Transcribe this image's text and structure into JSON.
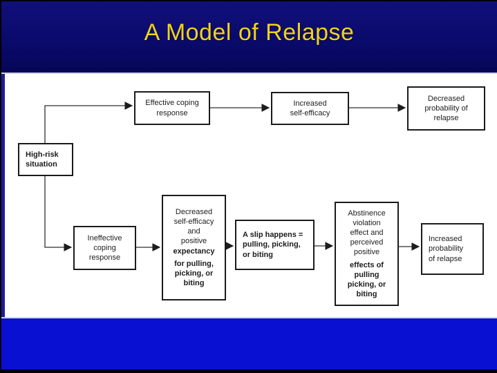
{
  "title": "A Model of Relapse",
  "colors": {
    "header_bg": "#0a0a6c",
    "footer_bg": "#0a10d2",
    "title_color": "#f0d21e",
    "canvas_bg": "#ffffff",
    "box_border": "#1a1a1a",
    "arrow_color": "#2e2e2e"
  },
  "diagram": {
    "nodes": [
      {
        "id": "high-risk-situation",
        "align": "left",
        "bold": true,
        "lines": [
          {
            "t": "High-risk"
          },
          {
            "t": "situation"
          }
        ]
      },
      {
        "id": "effective-coping-response",
        "align": "center",
        "bold": false,
        "lines": [
          {
            "t": "Effective coping"
          },
          {
            "t": "response"
          }
        ]
      },
      {
        "id": "increased-self-efficacy",
        "align": "center",
        "bold": false,
        "lines": [
          {
            "t": "Increased"
          },
          {
            "t": "self-efficacy"
          }
        ]
      },
      {
        "id": "decreased-probability-of-relapse",
        "align": "center",
        "bold": false,
        "lines": [
          {
            "t": "Decreased"
          },
          {
            "t": "probability of"
          },
          {
            "t": "relapse"
          }
        ]
      },
      {
        "id": "ineffective-coping-response",
        "align": "center",
        "bold": false,
        "lines": [
          {
            "t": "Ineffective"
          },
          {
            "t": "coping"
          },
          {
            "t": "response"
          }
        ]
      },
      {
        "id": "decreased-self-efficacy-positive-expectancy",
        "align": "center",
        "bold": false,
        "lines": [
          {
            "t": "Decreased"
          },
          {
            "t": "self-efficacy"
          },
          {
            "t": "and"
          },
          {
            "t": "positive"
          },
          {
            "t": "expectancy",
            "b": true
          },
          {
            "t": "for pulling,",
            "b": true,
            "gap": true
          },
          {
            "t": "picking, or",
            "b": true
          },
          {
            "t": "biting",
            "b": true
          }
        ]
      },
      {
        "id": "slip-happens",
        "align": "left",
        "bold": true,
        "lines": [
          {
            "t": "A slip happens ="
          },
          {
            "t": "pulling, picking,"
          },
          {
            "t": "or biting"
          }
        ]
      },
      {
        "id": "abstinence-violation-effect",
        "align": "center",
        "bold": false,
        "lines": [
          {
            "t": "Abstinence"
          },
          {
            "t": "violation"
          },
          {
            "t": "effect and"
          },
          {
            "t": "perceived"
          },
          {
            "t": "positive"
          },
          {
            "t": "effects of",
            "b": true,
            "gap": true
          },
          {
            "t": "pulling",
            "b": true
          },
          {
            "t": "picking, or",
            "b": true
          },
          {
            "t": "biting",
            "b": true
          }
        ]
      },
      {
        "id": "increased-probability-of-relapse",
        "align": "left",
        "bold": false,
        "lines": [
          {
            "t": "Increased"
          },
          {
            "t": "probability"
          },
          {
            "t": "of relapse"
          }
        ]
      }
    ],
    "edges": [
      {
        "from": "high-risk-situation",
        "to": "effective-coping-response"
      },
      {
        "from": "effective-coping-response",
        "to": "increased-self-efficacy"
      },
      {
        "from": "increased-self-efficacy",
        "to": "decreased-probability-of-relapse"
      },
      {
        "from": "high-risk-situation",
        "to": "ineffective-coping-response"
      },
      {
        "from": "ineffective-coping-response",
        "to": "decreased-self-efficacy-positive-expectancy"
      },
      {
        "from": "decreased-self-efficacy-positive-expectancy",
        "to": "slip-happens"
      },
      {
        "from": "slip-happens",
        "to": "abstinence-violation-effect"
      },
      {
        "from": "abstinence-violation-effect",
        "to": "increased-probability-of-relapse"
      }
    ]
  }
}
